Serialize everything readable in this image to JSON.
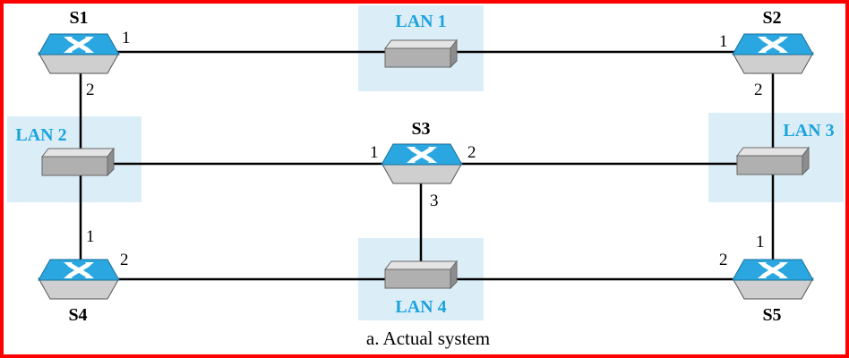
{
  "colors": {
    "frame": "#ff0000",
    "lan_highlight": "#dbeef8",
    "lan_label": "#1ba3dc",
    "switch_top": "#2aa7e0",
    "switch_body": "#c8c8c8",
    "hub_top": "#e4e4e4",
    "hub_front": "#b0b0b0"
  },
  "switches": [
    {
      "id": "s1",
      "label": "S1",
      "icon": "switch-x-icon"
    },
    {
      "id": "s2",
      "label": "S2",
      "icon": "switch-x-icon"
    },
    {
      "id": "s3",
      "label": "S3",
      "icon": "switch-x-icon"
    },
    {
      "id": "s4",
      "label": "S4",
      "icon": "switch-x-icon"
    },
    {
      "id": "s5",
      "label": "S5",
      "icon": "switch-x-icon"
    }
  ],
  "lans": [
    {
      "id": "lan1",
      "label": "LAN 1",
      "icon": "hub-icon"
    },
    {
      "id": "lan2",
      "label": "LAN 2",
      "icon": "hub-icon"
    },
    {
      "id": "lan3",
      "label": "LAN 3",
      "icon": "hub-icon"
    },
    {
      "id": "lan4",
      "label": "LAN 4",
      "icon": "hub-icon"
    }
  ],
  "ports": {
    "s1_lan1": "1",
    "s1_lan2": "2",
    "s2_lan1": "1",
    "s2_lan3": "2",
    "s3_lan2": "1",
    "s3_lan3": "2",
    "s3_lan4": "3",
    "s4_lan2": "1",
    "s4_lan4": "2",
    "s5_lan3": "1",
    "s5_lan4": "2"
  },
  "caption": "a. Actual system"
}
